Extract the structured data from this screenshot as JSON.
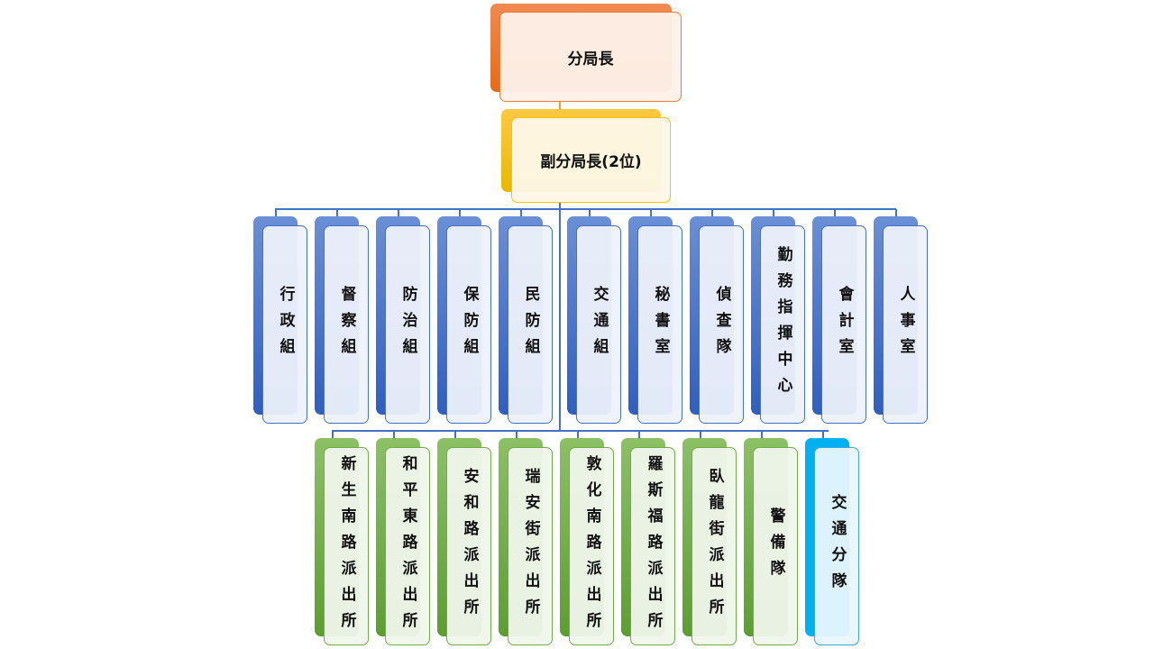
{
  "chief": {
    "label": "分局長"
  },
  "deputy": {
    "label": "副分局長(2位)"
  },
  "units": [
    {
      "label": "行政組"
    },
    {
      "label": "督察組"
    },
    {
      "label": "防治組"
    },
    {
      "label": "保防組"
    },
    {
      "label": "民防組"
    },
    {
      "label": "交通組"
    },
    {
      "label": "秘書室"
    },
    {
      "label": "偵查隊"
    },
    {
      "label": "勤務指揮中心"
    },
    {
      "label": "會計室"
    },
    {
      "label": "人事室"
    }
  ],
  "stations": [
    {
      "label": "新生南路派出所"
    },
    {
      "label": "和平東路派出所"
    },
    {
      "label": "安和路派出所"
    },
    {
      "label": "瑞安街派出所"
    },
    {
      "label": "敦化南路派出所"
    },
    {
      "label": "羅斯福路派出所"
    },
    {
      "label": "臥龍街派出所"
    },
    {
      "label": "警備隊"
    },
    {
      "label": "交通分隊"
    }
  ],
  "colors": {
    "chief": "#ed7d31",
    "deputy": "#ffc000",
    "units": "#4472c4",
    "stations": "#70ad47",
    "traffic": "#00b0f0"
  }
}
